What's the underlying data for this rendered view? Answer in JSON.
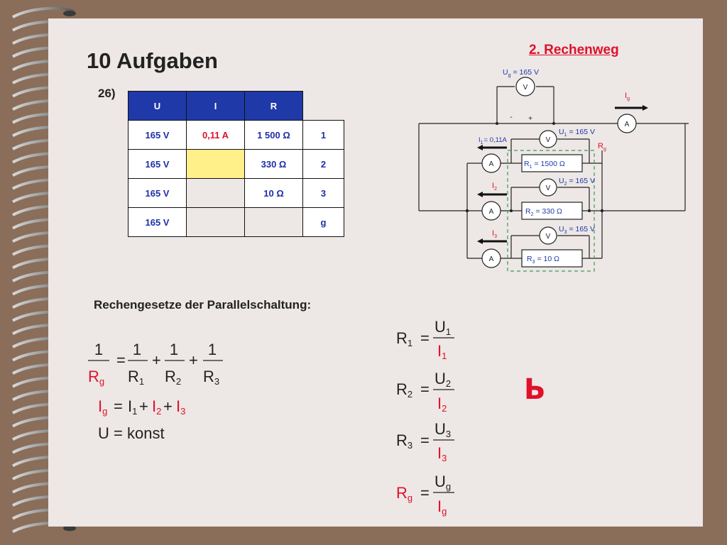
{
  "page": {
    "title": "10 Aufgaben",
    "exercise_number": "26)",
    "method_heading": "2. Rechenweg",
    "rules_heading": "Rechengesetze der Parallelschaltung:",
    "stray_glyph": "Ь"
  },
  "table": {
    "headers": [
      "U",
      "I",
      "R"
    ],
    "rows": [
      {
        "u": "165 V",
        "i": "0,11 A",
        "r": "1 500 Ω",
        "idx": "1"
      },
      {
        "u": "165 V",
        "i": "",
        "r": "330 Ω",
        "idx": "2"
      },
      {
        "u": "165 V",
        "i": "",
        "r": "10 Ω",
        "idx": "3"
      },
      {
        "u": "165 V",
        "i": "",
        "r": "",
        "idx": "g"
      }
    ]
  },
  "circuit": {
    "ug_label": "U",
    "ug_sub": "g",
    "ug_value": "= 165 V",
    "ig_label": "I",
    "ig_sub": "g",
    "rg_label": "R",
    "rg_sub": "g",
    "i1_label": "I",
    "i1_sub": "1",
    "i1_value": "= 0,11A",
    "i2_label": "I",
    "i2_sub": "2",
    "i3_label": "I",
    "i3_sub": "3",
    "u1_label": "U",
    "u1_sub": "1",
    "u1_value": "= 165 V",
    "u2_label": "U",
    "u2_sub": "2",
    "u2_value": "= 165 V",
    "u3_label": "U",
    "u3_sub": "3",
    "u3_value": "= 165 V",
    "r1_label": "R",
    "r1_sub": "1",
    "r1_value": "= 1500 Ω",
    "r2_label": "R",
    "r2_sub": "2",
    "r2_value": "= 330 Ω",
    "r3_label": "R",
    "r3_sub": "3",
    "r3_value": "= 10 Ω",
    "voltmeter": "V",
    "ammeter": "A",
    "minus": "-",
    "plus": "+"
  },
  "formulas": {
    "one": "1",
    "R": "R",
    "I": "I",
    "U": "U",
    "sub_g": "g",
    "sub_1": "1",
    "sub_2": "2",
    "sub_3": "3",
    "eq": "=",
    "plus": "+",
    "konst": "konst"
  },
  "colors": {
    "red": "#e0102a",
    "blue": "#1f3aa8",
    "highlight": "#fff08a",
    "paper": "#ede7e5"
  }
}
